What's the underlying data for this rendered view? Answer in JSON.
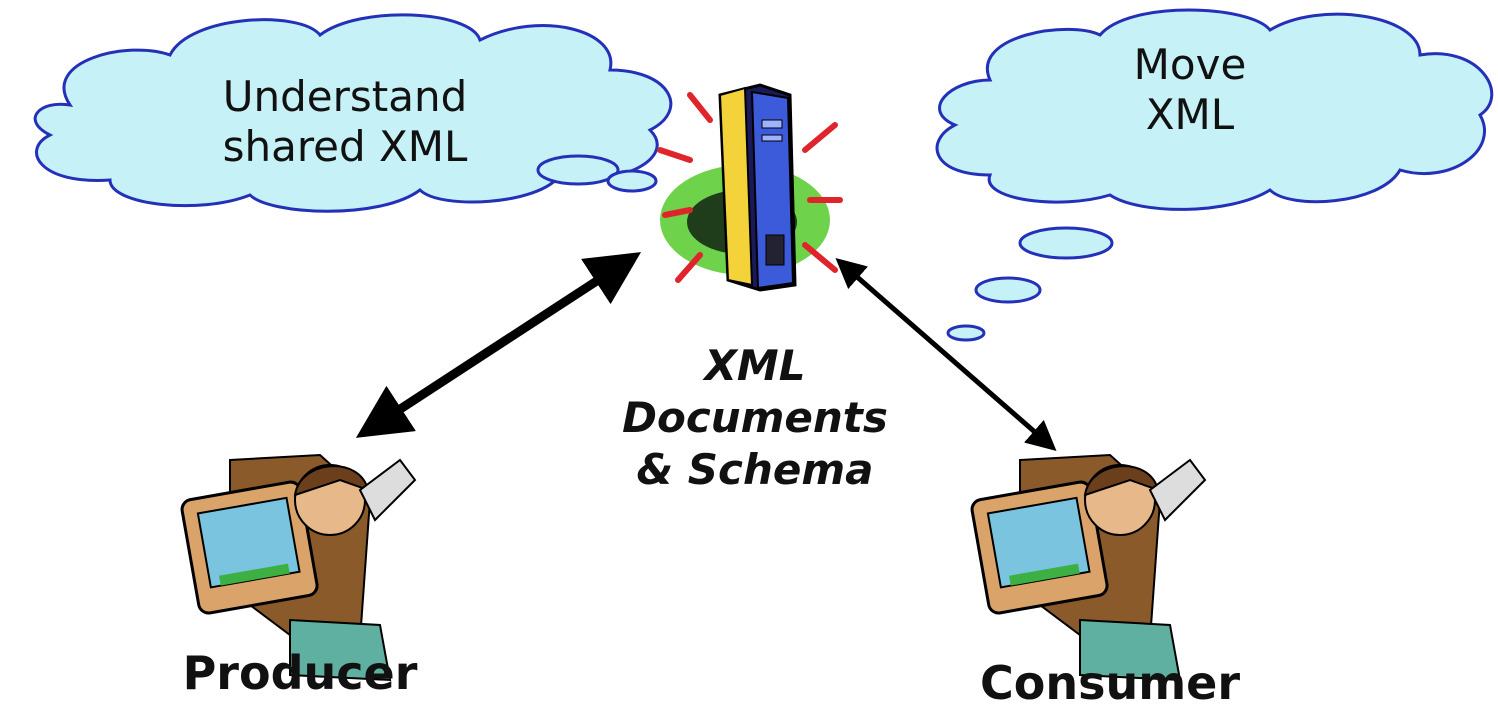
{
  "diagram": {
    "left_cloud_text": [
      "Understand",
      "shared XML"
    ],
    "right_cloud_text": [
      "Move",
      "XML"
    ],
    "center_label": [
      "XML",
      "Documents",
      "& Schema"
    ],
    "producer_label": "Producer",
    "consumer_label": "Consumer",
    "icons": [
      "xml-server-icon",
      "producer-person-at-computer-icon",
      "consumer-person-at-computer-icon"
    ],
    "colors": {
      "cloud_fill": "#c6f2f7",
      "cloud_stroke": "#2430b8",
      "arrow": "#000000"
    }
  }
}
